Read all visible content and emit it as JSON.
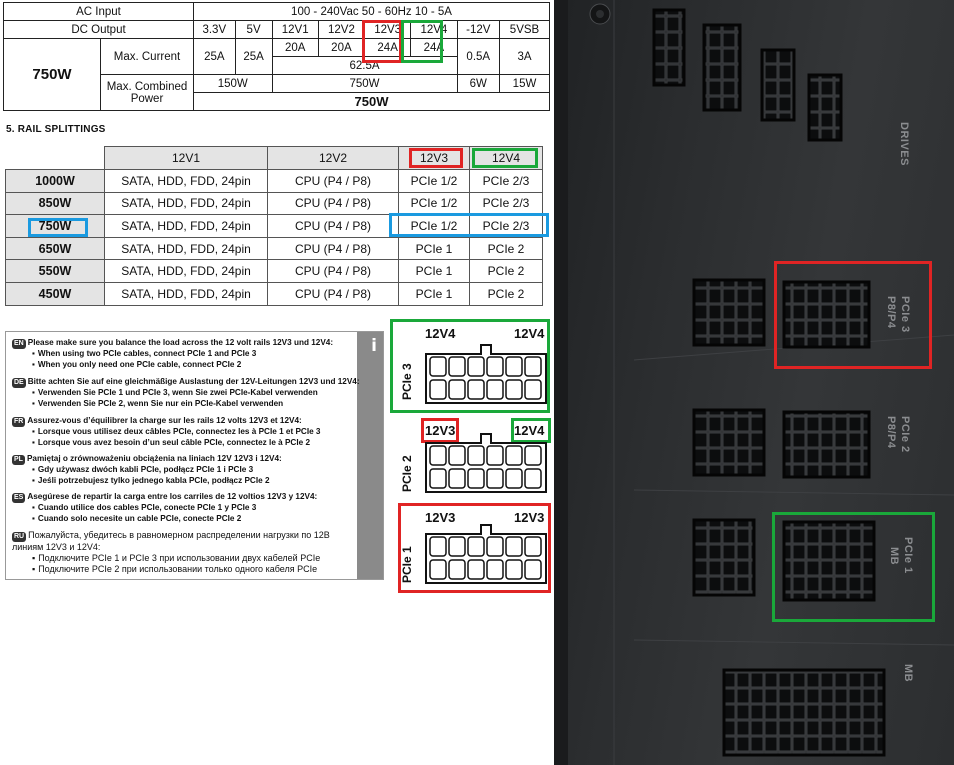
{
  "spec": {
    "ac_input_label": "AC Input",
    "ac_input_value": "100 - 240Vac      50 - 60Hz      10 - 5A",
    "dc_output_label": "DC Output",
    "rails": [
      "3.3V",
      "5V",
      "12V1",
      "12V2",
      "12V3",
      "12V4",
      "-12V",
      "5VSB"
    ],
    "model": "750W",
    "max_current_label": "Max. Current",
    "currents": {
      "v33": "25A",
      "v5": "25A",
      "v12_1": "20A",
      "v12_2": "20A",
      "v12_3": "24A",
      "v12_4": "24A",
      "v12_total": "62.5A",
      "vneg12": "0.5A",
      "vsb": "3A"
    },
    "max_power_label": "Max. Combined Power",
    "powers": {
      "low": "150W",
      "v12": "750W",
      "vneg12": "6W",
      "vsb": "15W",
      "total": "750W"
    }
  },
  "rail_heading": "5.     RAIL SPLITTINGS",
  "rail_table": {
    "columns": [
      "12V1",
      "12V2",
      "12V3",
      "12V4"
    ],
    "rows": [
      {
        "w": "1000W",
        "c": [
          "SATA, HDD, FDD, 24pin",
          "CPU (P4 / P8)",
          "PCIe 1/2",
          "PCIe 2/3"
        ]
      },
      {
        "w": "850W",
        "c": [
          "SATA, HDD, FDD, 24pin",
          "CPU (P4 / P8)",
          "PCIe 1/2",
          "PCIe 2/3"
        ]
      },
      {
        "w": "750W",
        "c": [
          "SATA, HDD, FDD, 24pin",
          "CPU (P4 / P8)",
          "PCIe 1/2",
          "PCIe 2/3"
        ]
      },
      {
        "w": "650W",
        "c": [
          "SATA, HDD, FDD, 24pin",
          "CPU (P4 / P8)",
          "PCIe 1",
          "PCIe 2"
        ]
      },
      {
        "w": "550W",
        "c": [
          "SATA, HDD, FDD, 24pin",
          "CPU (P4 / P8)",
          "PCIe 1",
          "PCIe 2"
        ]
      },
      {
        "w": "450W",
        "c": [
          "SATA, HDD, FDD, 24pin",
          "CPU (P4 / P8)",
          "PCIe 1",
          "PCIe 2"
        ]
      }
    ]
  },
  "note": {
    "info_icon": "i",
    "langs": [
      {
        "code": "EN",
        "title": "Please make sure you balance the load across the 12 volt rails 12V3 und 12V4:",
        "items": [
          "When using two PCIe cables, connect PCIe 1 and PCIe 3",
          "When you only need one PCIe cable, connect PCIe 2"
        ]
      },
      {
        "code": "DE",
        "title": "Bitte achten Sie auf eine gleichmäßige Auslastung der 12V-Leitungen 12V3 und 12V4:",
        "items": [
          "Verwenden Sie PCIe 1 und PCIe 3, wenn Sie zwei PCIe-Kabel verwenden",
          "Verwenden Sie PCIe 2, wenn Sie nur ein PCIe-Kabel verwenden"
        ]
      },
      {
        "code": "FR",
        "title": "Assurez-vous d’équilibrer la charge sur les rails 12 volts 12V3 et 12V4:",
        "items": [
          "Lorsque vous utilisez deux câbles PCIe, connectez les à PCIe 1 et PCIe 3",
          "Lorsque vous avez besoin d’un seul câble PCIe, connectez le à PCIe 2"
        ]
      },
      {
        "code": "PL",
        "title": "Pamiętaj o zrównoważeniu obciążenia na liniach 12V 12V3 i 12V4:",
        "items": [
          "Gdy używasz dwóch kabli PCIe, podłącz PCIe 1 i PCIe 3",
          "Jeśli potrzebujesz tylko jednego kabla PCIe, podłącz PCIe 2"
        ]
      },
      {
        "code": "ES",
        "title": "Asegúrese de repartir la carga entre los carriles de 12 voltios 12V3 y 12V4:",
        "items": [
          "Cuando utilice dos cables PCIe, conecte PCIe 1 y PCIe 3",
          "Cuando solo necesite un cable PCIe, conecte PCIe 2"
        ]
      },
      {
        "code": "RU",
        "title": "Пожалуйста, убедитесь в равномерном распределении нагрузки по 12В линиям 12V3 и 12V4:",
        "items": [
          "Подключите PCIe 1 и PCIe 3 при использовании двух кабелей PCIe",
          "Подключите PCIe 2 при использовании только одного кабеля PCIe"
        ]
      }
    ]
  },
  "diagram": {
    "pcie3": {
      "side": "PCIe 3",
      "left": "12V4",
      "right": "12V4"
    },
    "pcie2": {
      "side": "PCIe 2",
      "left": "12V3",
      "right": "12V4"
    },
    "pcie1": {
      "side": "PCIe 1",
      "left": "12V3",
      "right": "12V3"
    }
  },
  "photo": {
    "labels": {
      "drives": "DRIVES",
      "pcie3_a": "PCIe 3",
      "pcie3_b": "P8/P4",
      "pcie2_a": "PCIe 2",
      "pcie2_b": "P8/P4",
      "pcie1_a": "PCIe 1",
      "pcie1_b": "MB",
      "mb": "MB"
    }
  },
  "colors": {
    "red": "#e02424",
    "green": "#1aa83a",
    "blue": "#1a9ae0"
  }
}
